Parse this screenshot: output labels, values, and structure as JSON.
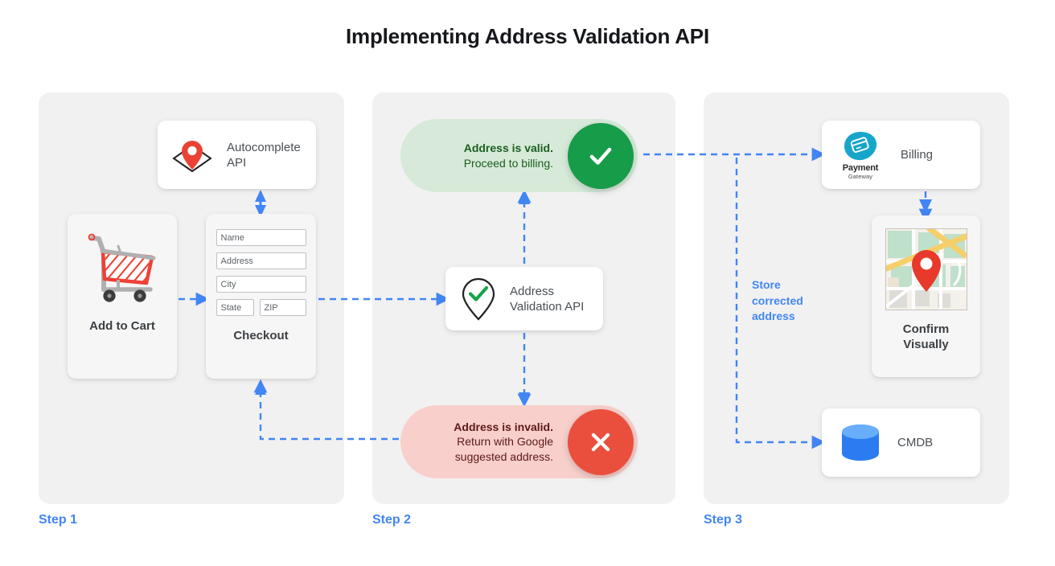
{
  "title": "Implementing Address Validation API",
  "accent_color": "#4285f4",
  "panel_color": "#f1f1f2",
  "steps": [
    {
      "label": "Step 1"
    },
    {
      "label": "Step 2"
    },
    {
      "label": "Step 3"
    }
  ],
  "step1": {
    "autocomplete": {
      "label_line1": "Autocomplete",
      "label_line2": "API",
      "icon": "map-pin-diamond-icon"
    },
    "add_to_cart": {
      "label": "Add to Cart",
      "icon": "shopping-cart-icon"
    },
    "checkout": {
      "label": "Checkout",
      "fields": [
        "Name",
        "Address",
        "City"
      ],
      "field_state": "State",
      "field_zip": "ZIP"
    }
  },
  "step2": {
    "valid": {
      "headline": "Address is valid.",
      "subline": "Proceed to billing.",
      "badge_icon": "check-icon",
      "badge_color": "#179c49",
      "pill_color": "#d7ead9",
      "text_color": "#1b5e20"
    },
    "validation_api": {
      "label_line1": "Address",
      "label_line2": "Validation API",
      "icon": "pin-check-icon"
    },
    "invalid": {
      "headline": "Address is invalid.",
      "subline1": "Return with Google",
      "subline2": "suggested address.",
      "badge_icon": "close-icon",
      "badge_color": "#ea4f3d",
      "pill_color": "#f8cfcb",
      "text_color": "#5d1a1a"
    }
  },
  "step3": {
    "billing": {
      "label": "Billing",
      "logo_name": "Payment",
      "logo_sub": "Gateway",
      "icon": "payment-gateway-icon"
    },
    "confirm": {
      "label_line1": "Confirm",
      "label_line2": "Visually",
      "icon": "map-thumbnail-icon"
    },
    "cmdb": {
      "label": "CMDB",
      "icon": "database-icon"
    },
    "store_note_line1": "Store",
    "store_note_line2": "corrected",
    "store_note_line3": "address"
  }
}
